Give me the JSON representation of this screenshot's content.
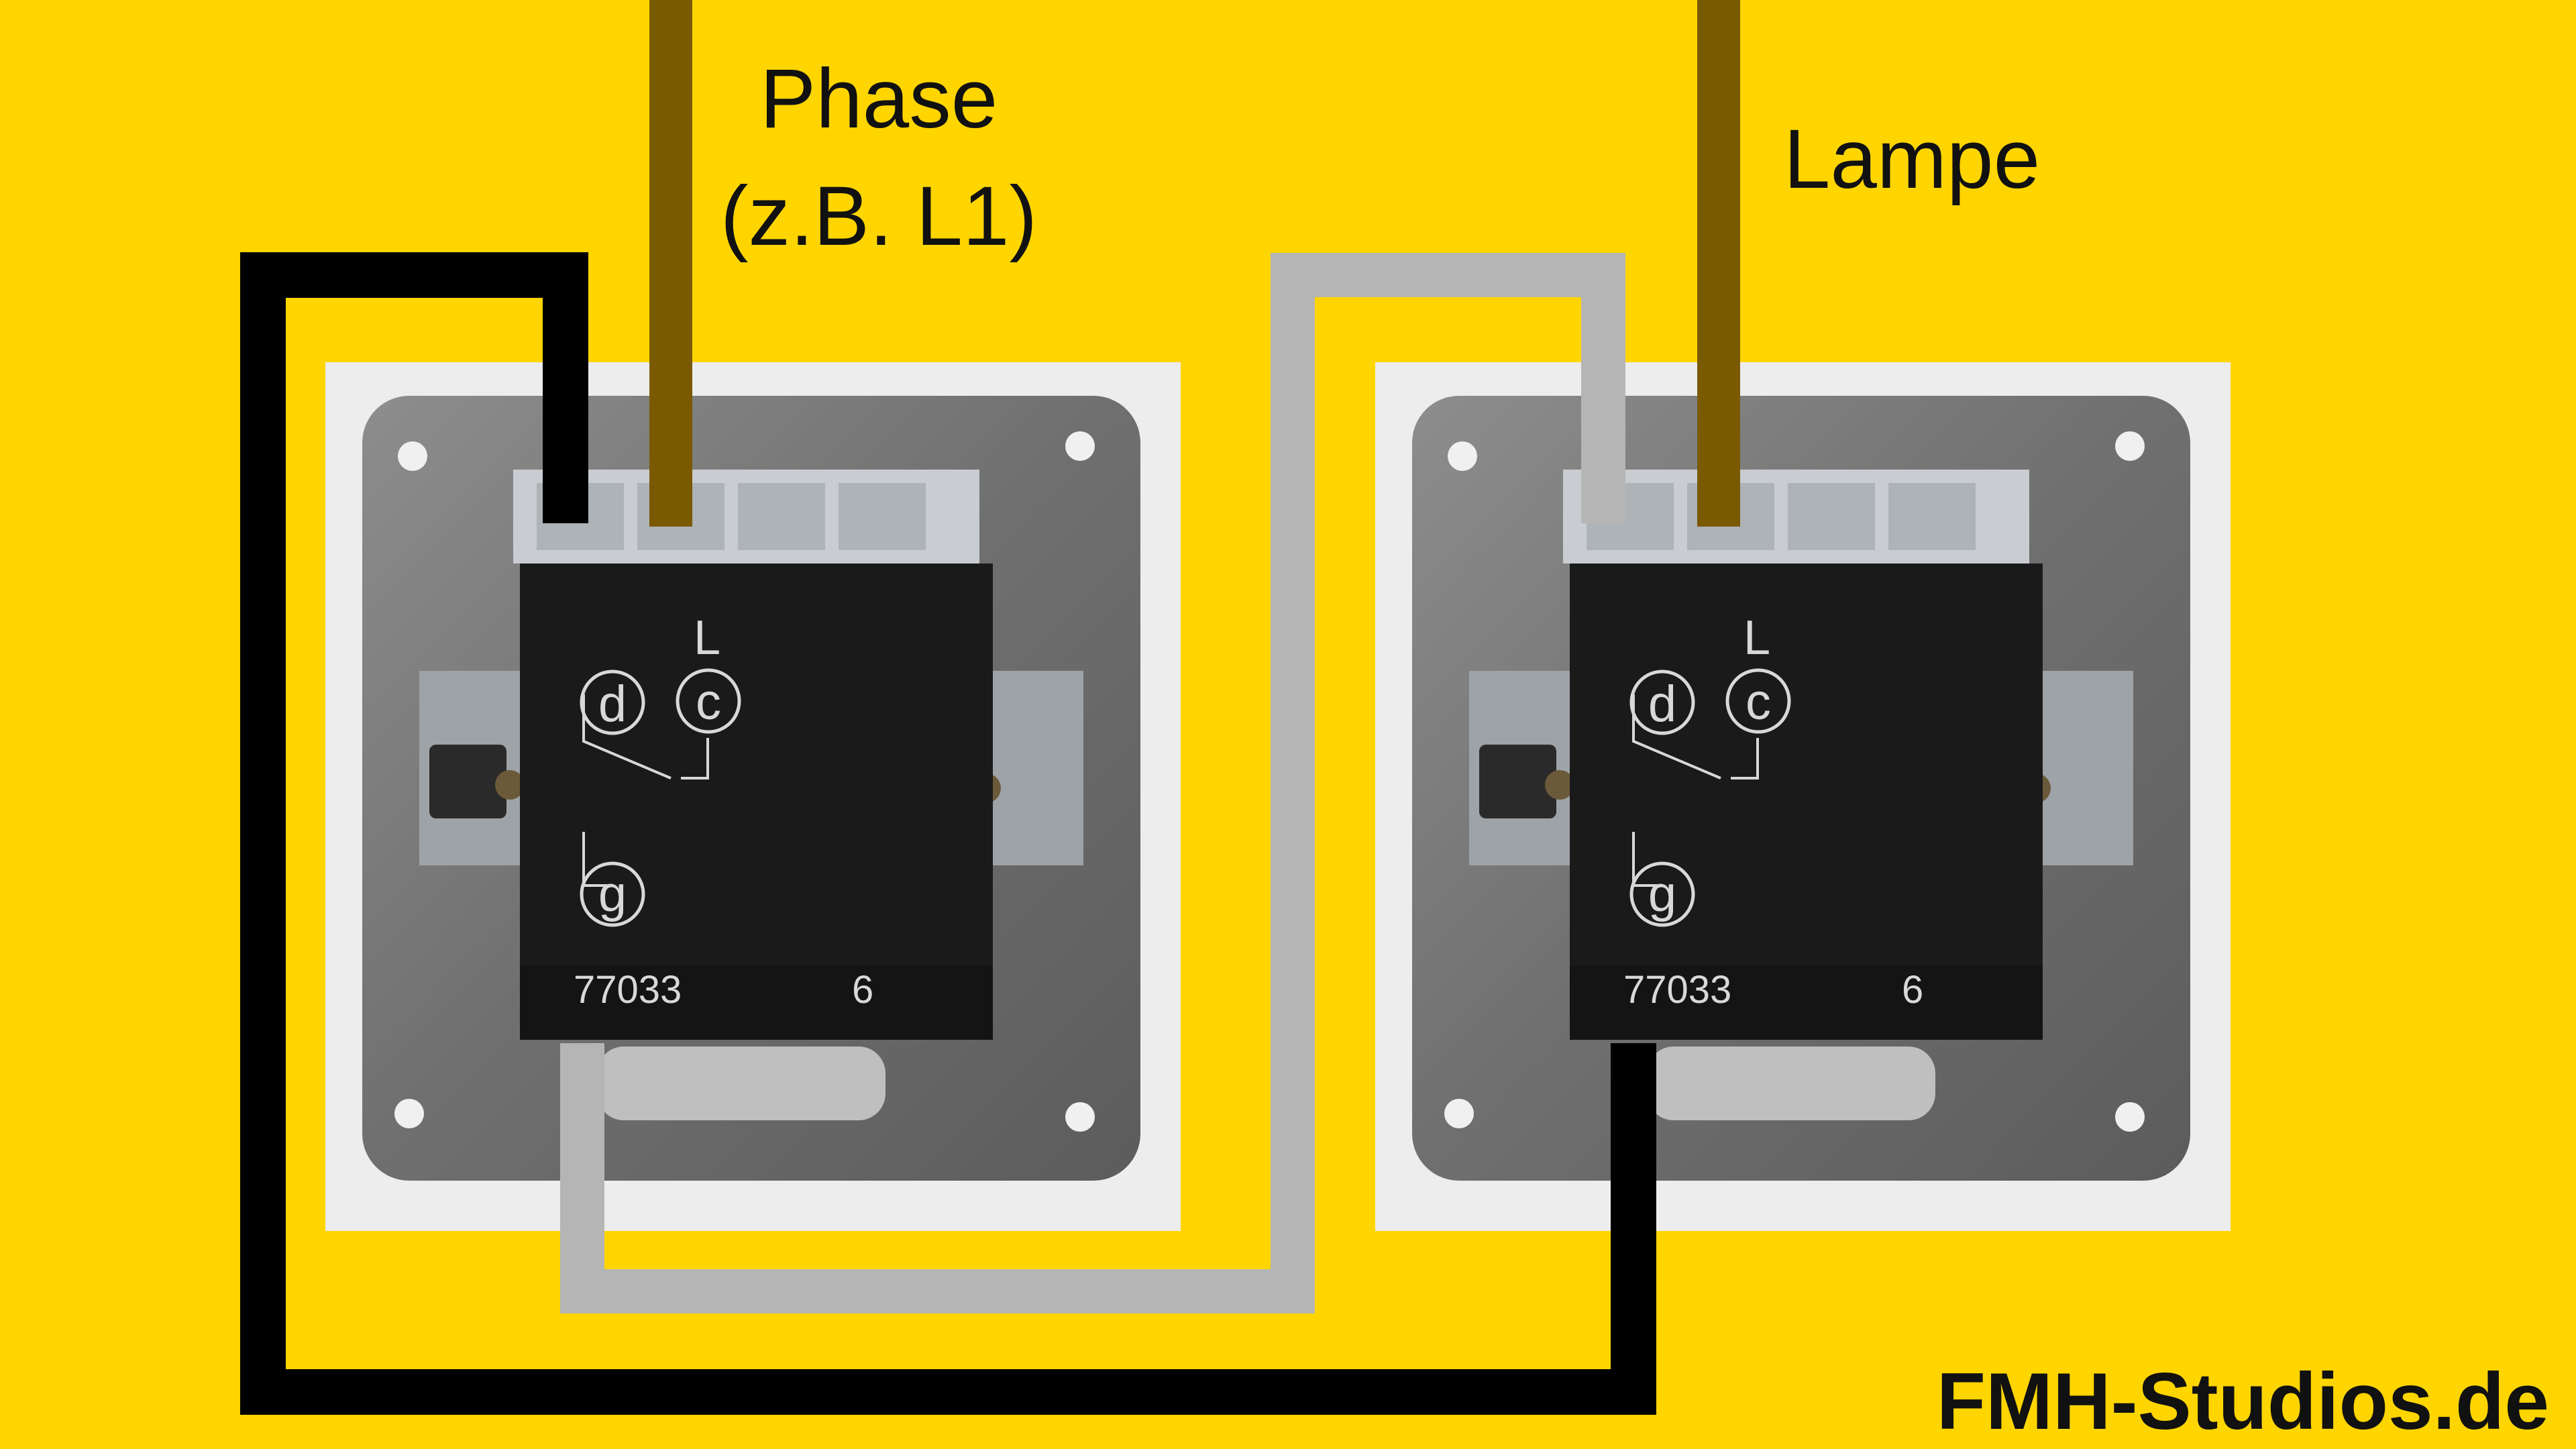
{
  "labels": {
    "phase_line1": "Phase",
    "phase_line2": "(z.B. L1)",
    "lamp": "Lampe",
    "brand": "FMH-Studios.de"
  },
  "switches": [
    {
      "terminal_L": "L",
      "terminal_c": "c",
      "terminal_d": "d",
      "terminal_g": "g",
      "part_number": "77033",
      "rating": "6"
    },
    {
      "terminal_L": "L",
      "terminal_c": "c",
      "terminal_d": "d",
      "terminal_g": "g",
      "part_number": "77033",
      "rating": "6"
    }
  ],
  "colors": {
    "background": "#FFD500",
    "wire_phase": "#7A5A00",
    "wire_black": "#000000",
    "wire_grey": "#B5B5B5",
    "switch_body": "#1A1A1A",
    "metal_plate": "#7C7C7C"
  }
}
